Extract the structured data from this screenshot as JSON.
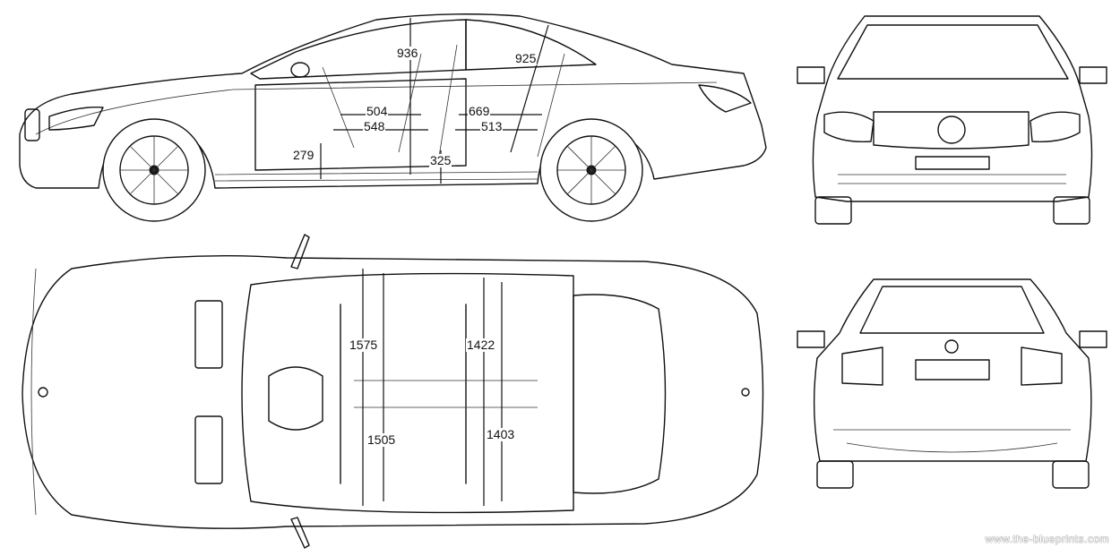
{
  "views": [
    "side",
    "front",
    "rear",
    "top"
  ],
  "dimensions": {
    "side": {
      "front_headroom": "936",
      "rear_headroom": "925",
      "front_seat_depth_a": "504",
      "front_seat_depth_b": "548",
      "rear_seat_depth_a": "669",
      "rear_seat_depth_b": "513",
      "front_seat_height": "279",
      "rear_seat_height": "325"
    },
    "top": {
      "front_shoulder_width": "1575",
      "rear_shoulder_width": "1422",
      "front_hip_width": "1505",
      "rear_hip_width": "1403"
    }
  },
  "watermark": "www.the-blueprints.com"
}
